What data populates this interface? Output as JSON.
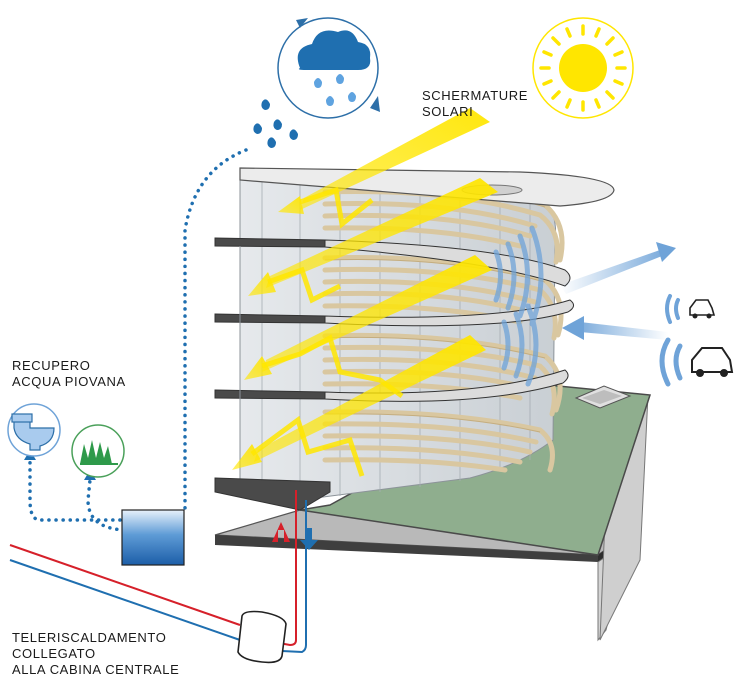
{
  "labels": {
    "solar_shading": [
      "SCHERMATURE",
      "SOLARI"
    ],
    "rain_recovery": [
      "RECUPERO",
      "ACQUA PIOVANA"
    ],
    "district_heating": [
      "TELERISCALDAMENTO",
      "COLLEGATO",
      "ALLA CABINA CENTRALE"
    ]
  },
  "icons": [
    "rain-cloud-icon",
    "sun-icon",
    "toilet-icon",
    "grass-icon",
    "car-icon",
    "water-tank-icon",
    "heat-exchanger-icon",
    "heat-supply-arrow-icon",
    "heat-return-arrow-icon"
  ],
  "colors": {
    "water_blue": "#1f6fb0",
    "heat_red": "#d6202a",
    "sun_yellow": "#ffe600",
    "slab_dark": "#4a4a4a",
    "roof_green": "#8fae8e",
    "wood_louver": "#d9c7a0",
    "airflow_blue": "#6fa3d8"
  }
}
